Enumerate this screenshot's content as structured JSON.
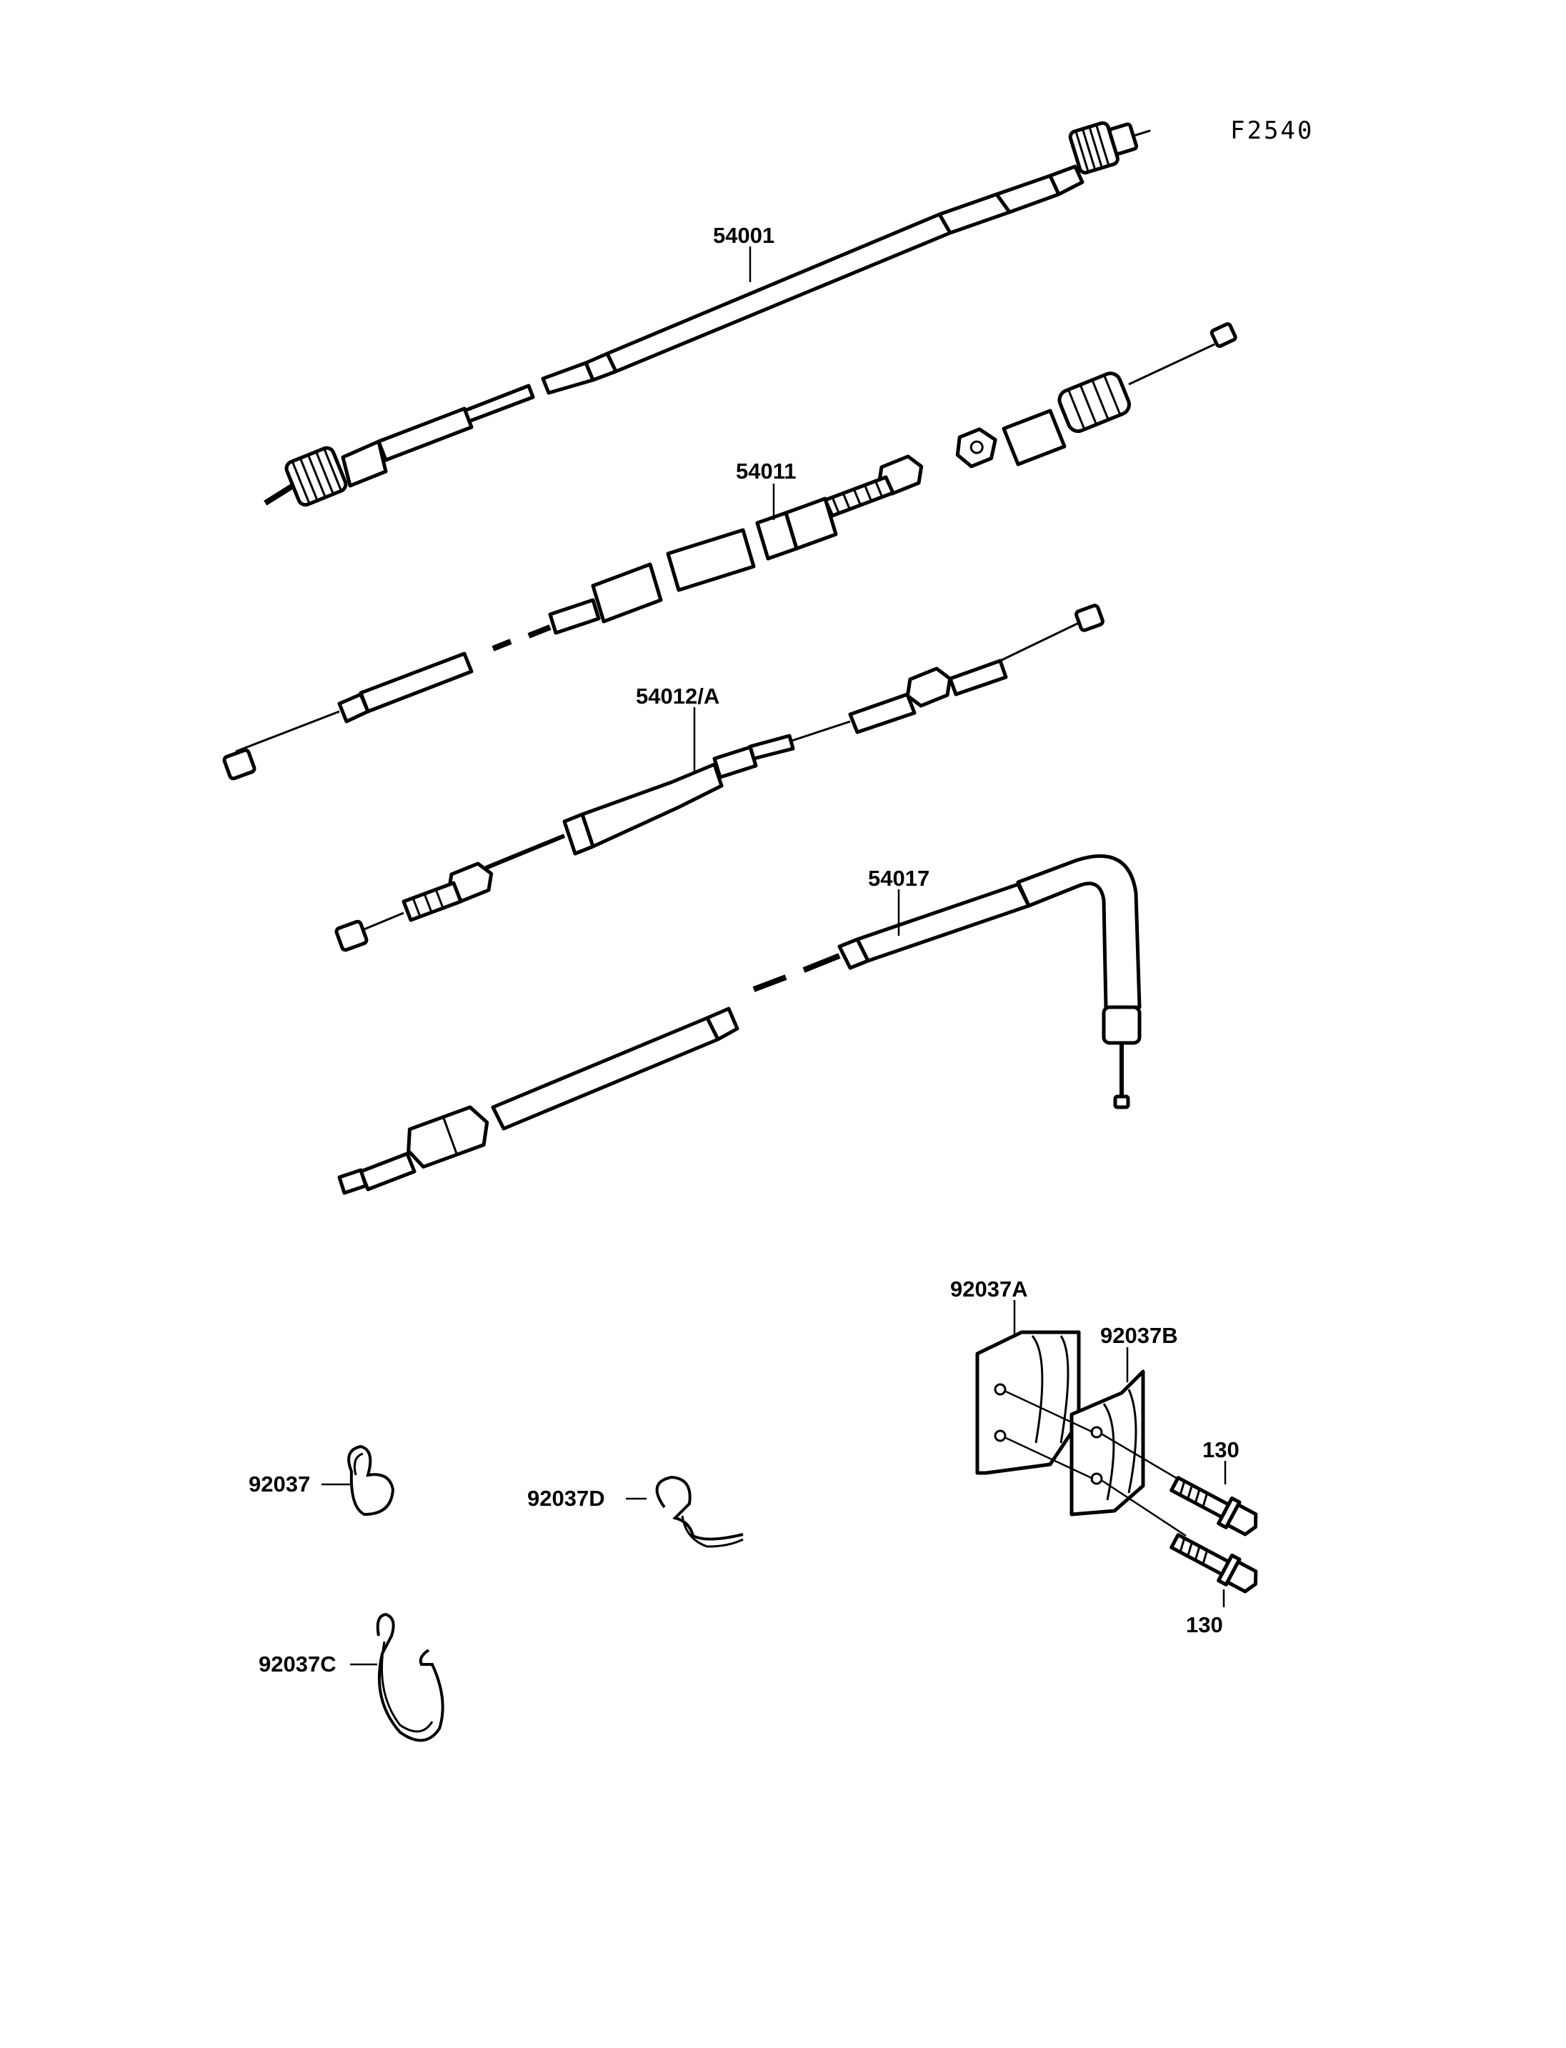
{
  "figure_code": "F2540",
  "callouts": {
    "p54001": "54001",
    "p54011": "54011",
    "p54012a": "54012/A",
    "p54017": "54017",
    "p92037": "92037",
    "p92037a": "92037A",
    "p92037b": "92037B",
    "p92037c": "92037C",
    "p92037d": "92037D",
    "p130_upper": "130",
    "p130_lower": "130"
  }
}
